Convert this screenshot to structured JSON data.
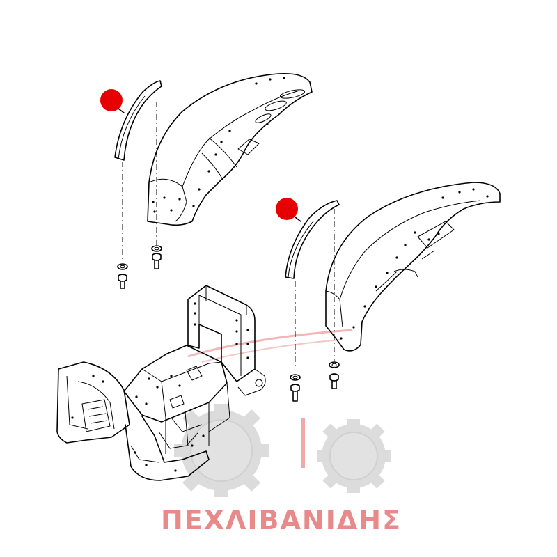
{
  "watermark": {
    "brand": "ΠΕΧΛΙΒΑΝΙΔΗΣ",
    "color": "#e88a8a",
    "gear_color": "#dddddd"
  },
  "markers": {
    "color": "#e60000",
    "items": [
      {
        "id": "marker-upper-fender-trim"
      },
      {
        "id": "marker-lower-fender-trim"
      }
    ]
  }
}
